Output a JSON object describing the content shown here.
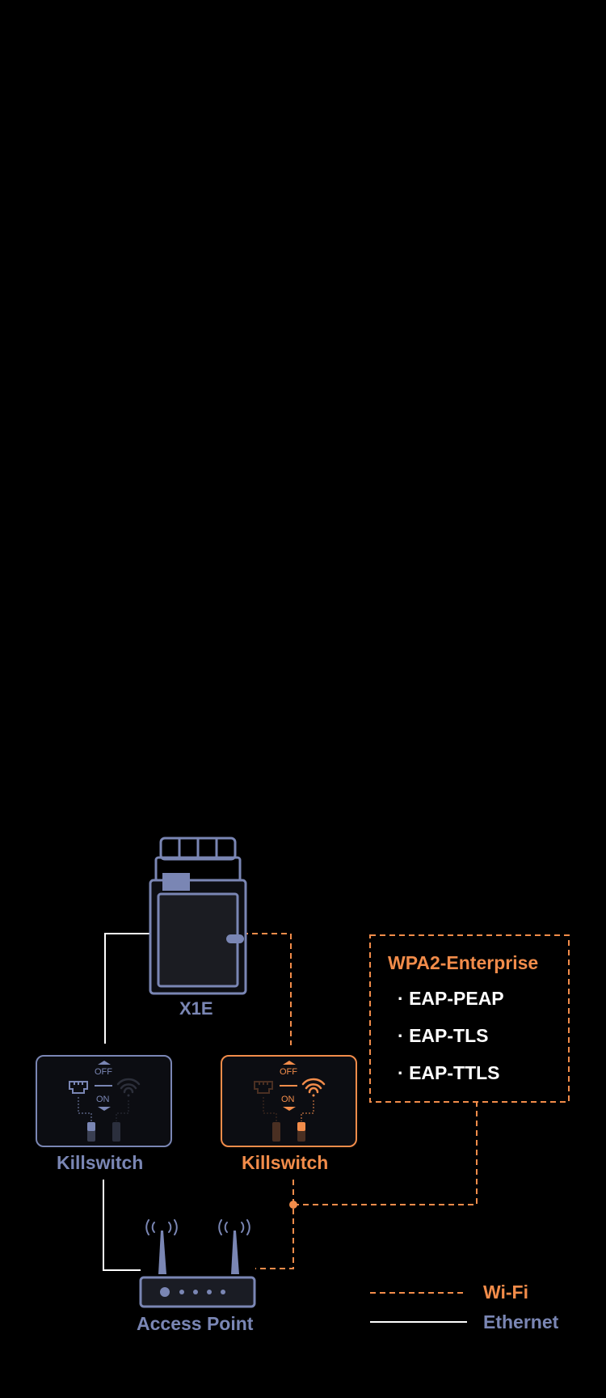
{
  "device": {
    "name": "X1E"
  },
  "killswitch_left": {
    "label": "Killswitch",
    "off": "OFF",
    "on": "ON"
  },
  "killswitch_right": {
    "label": "Killswitch",
    "off": "OFF",
    "on": "ON"
  },
  "access_point": {
    "label": "Access Point"
  },
  "security": {
    "title": "WPA2-Enterprise",
    "methods": [
      "EAP-PEAP",
      "EAP-TLS",
      "EAP-TTLS"
    ]
  },
  "legend": {
    "wifi": "Wi-Fi",
    "ethernet": "Ethernet"
  },
  "colors": {
    "accent": "#f28c4a",
    "device": "#7a86b4",
    "ethernet": "#ffffff",
    "background": "#000000"
  }
}
